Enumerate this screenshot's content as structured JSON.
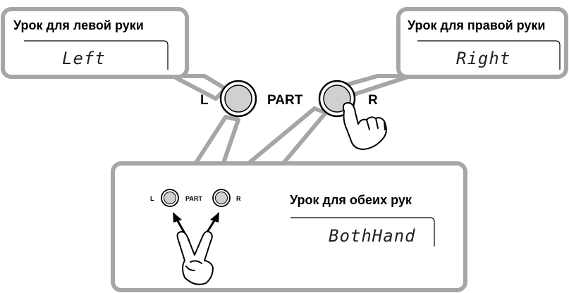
{
  "left_lesson": {
    "title": "Урок для левой руки",
    "display": "Left"
  },
  "right_lesson": {
    "title": "Урок для правой руки",
    "display": "Right"
  },
  "both_lesson": {
    "title": "Урок для обеих рук",
    "display": "BothHand"
  },
  "panel": {
    "left_label": "L",
    "part_label": "PART",
    "right_label": "R"
  },
  "mini_panel": {
    "left_label": "L",
    "part_label": "PART",
    "right_label": "R"
  },
  "colors": {
    "callout_fill": "#ffffff",
    "callout_stroke": "#a6a6a6",
    "button_fill": "#d0d0d0",
    "button_ring": "#000000"
  }
}
